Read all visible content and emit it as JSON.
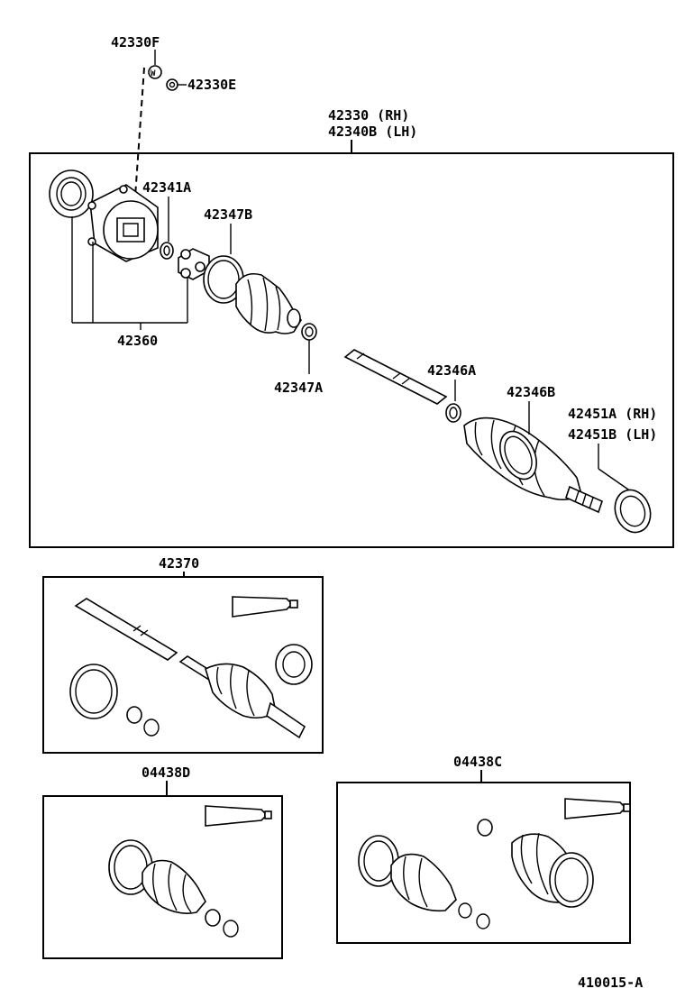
{
  "labels": {
    "p42330F": "42330F",
    "p42330E": "42330E",
    "p42330": "42330 (RH)",
    "p42340B": "42340B (LH)",
    "p42341A": "42341A",
    "p42347B": "42347B",
    "p42360": "42360",
    "p42347A": "42347A",
    "p42346A": "42346A",
    "p42346B": "42346B",
    "p42451A": "42451A (RH)",
    "p42451B": "42451B (LH)",
    "p42370": "42370",
    "p04438D": "04438D",
    "p04438C": "04438C",
    "figure_id": "410015-A"
  }
}
